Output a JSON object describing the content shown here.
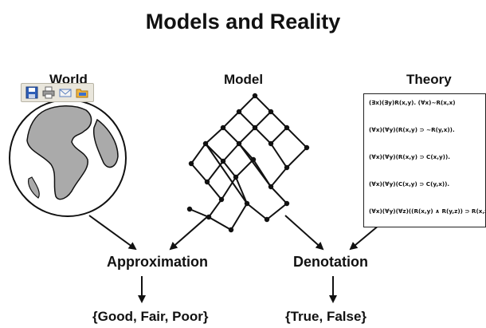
{
  "title": "Models and Reality",
  "labels": {
    "world": "World",
    "model": "Model",
    "theory": "Theory"
  },
  "theory_formulas": [
    "(∃x)(∃y)R(x,y).      (∀x)~R(x,x)",
    "(∀x)(∀y)(R(x,y) ⊃ ~R(y,x)).",
    "(∀x)(∀y)(R(x,y) ⊃ C(x,y)).",
    "(∀x)(∀y)(C(x,y) ⊃ C(y,x)).",
    "(∀x)(∀y)(∀z)((R(x,y) ∧ R(y,z)) ⊃ R(x,z))"
  ],
  "nodes": {
    "approximation": "Approximation",
    "denotation": "Denotation"
  },
  "outcomes": {
    "approximation": "{Good, Fair, Poor}",
    "denotation": "{True, False}"
  },
  "toolbar": {
    "icons": [
      "save-icon",
      "print-icon",
      "email-icon",
      "open-folder-icon"
    ]
  }
}
